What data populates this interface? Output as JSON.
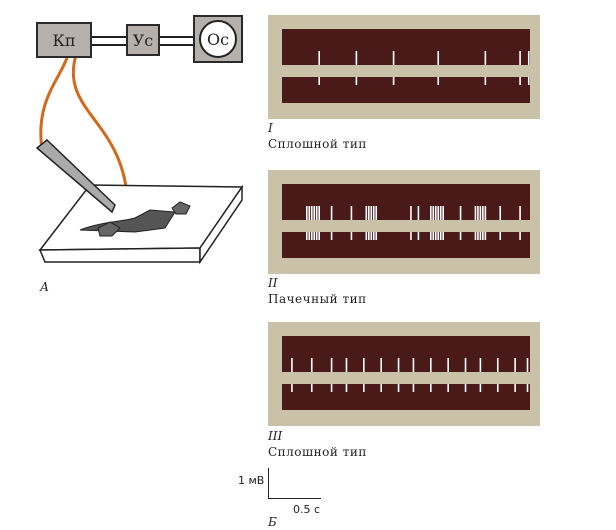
{
  "setup": {
    "blocks": {
      "kp": "Кп",
      "us": "Ус",
      "os": "Ос"
    },
    "label": "А"
  },
  "recordings": [
    {
      "numeral": "I",
      "caption": "Сплошной тип",
      "spikes": [
        0.15,
        0.3,
        0.45,
        0.63,
        0.82,
        0.96,
        0.995
      ]
    },
    {
      "numeral": "II",
      "caption": "Пачечный тип",
      "spikes": [
        0.1,
        0.11,
        0.12,
        0.13,
        0.14,
        0.15,
        0.2,
        0.28,
        0.34,
        0.35,
        0.36,
        0.37,
        0.38,
        0.52,
        0.55,
        0.6,
        0.61,
        0.62,
        0.63,
        0.64,
        0.65,
        0.72,
        0.78,
        0.79,
        0.8,
        0.81,
        0.82,
        0.88,
        0.96
      ]
    },
    {
      "numeral": "III",
      "caption": "Сплошной тип",
      "spikes": [
        0.04,
        0.12,
        0.2,
        0.26,
        0.33,
        0.4,
        0.47,
        0.53,
        0.6,
        0.67,
        0.74,
        0.8,
        0.87,
        0.94,
        0.99
      ]
    }
  ],
  "scale_bar": {
    "voltage": "1 мВ",
    "time": "0.5 с",
    "label": "Б"
  },
  "colors": {
    "trace": "#4a1a18",
    "frame": "#c9c2a8",
    "wire": "#d2691e"
  }
}
